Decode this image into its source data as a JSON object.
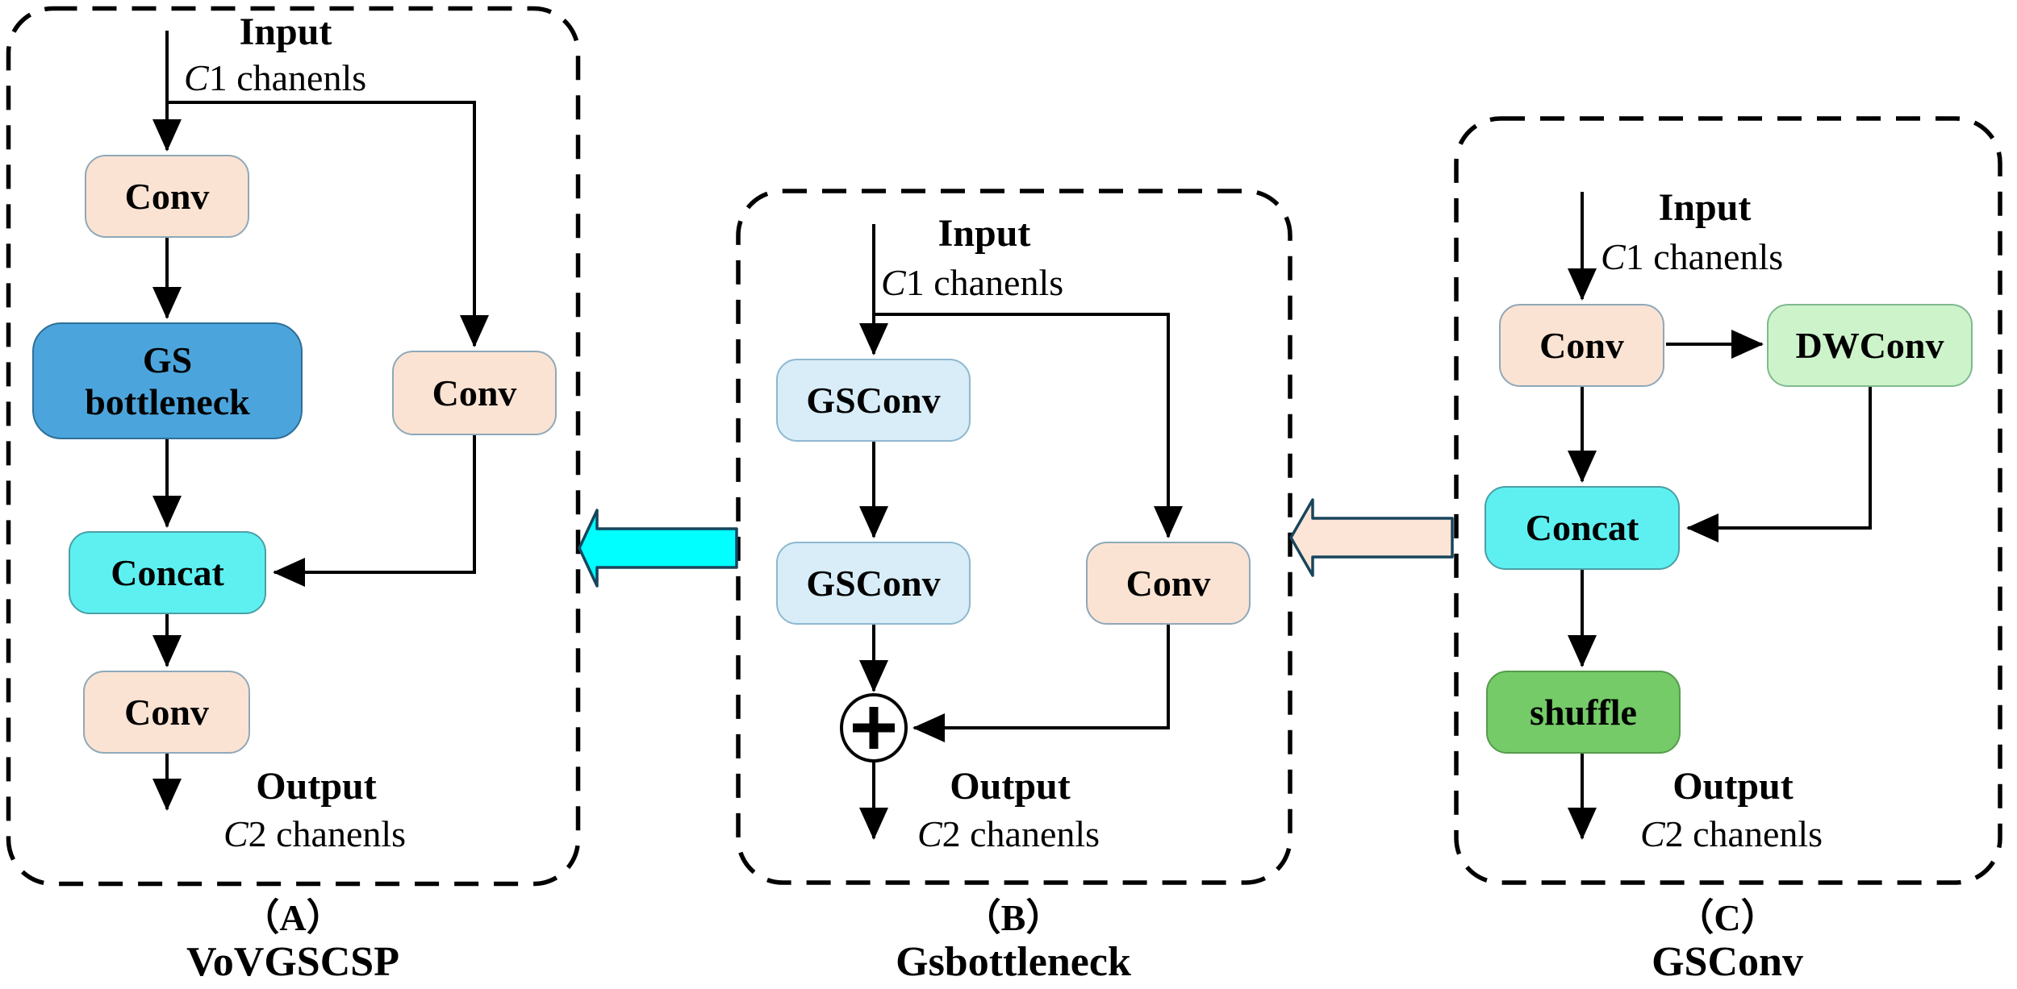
{
  "panels": [
    {
      "id": "A",
      "letter_label": "（A）",
      "name": "VoVGSCSP",
      "input": {
        "title": "Input",
        "channels_var": "C",
        "channels_rest": "1 chanenls"
      },
      "output": {
        "title": "Output",
        "channels_var": "C",
        "channels_rest": "2 chanenls"
      },
      "nodes": {
        "conv_top": {
          "label": "Conv"
        },
        "gs_bottleneck": {
          "label": "GS bottleneck"
        },
        "conv_branch": {
          "label": "Conv"
        },
        "concat": {
          "label": "Concat"
        },
        "conv_out": {
          "label": "Conv"
        }
      }
    },
    {
      "id": "B",
      "letter_label": "（B）",
      "name": "Gsbottleneck",
      "input": {
        "title": "Input",
        "channels_var": "C",
        "channels_rest": "1 chanenls"
      },
      "output": {
        "title": "Output",
        "channels_var": "C",
        "channels_rest": "2 chanenls"
      },
      "merge_symbol": "+",
      "nodes": {
        "gsconv_1": {
          "label": "GSConv"
        },
        "gsconv_2": {
          "label": "GSConv"
        },
        "conv_branch": {
          "label": "Conv"
        }
      }
    },
    {
      "id": "C",
      "letter_label": "（C）",
      "name": "GSConv",
      "input": {
        "title": "Input",
        "channels_var": "C",
        "channels_rest": "1 chanenls"
      },
      "output": {
        "title": "Output",
        "channels_var": "C",
        "channels_rest": "2 chanenls"
      },
      "nodes": {
        "conv": {
          "label": "Conv"
        },
        "dwconv": {
          "label": "DWConv"
        },
        "concat": {
          "label": "Concat"
        },
        "shuffle": {
          "label": "shuffle"
        }
      }
    }
  ],
  "colors": {
    "node_conv": "#FBE3D3",
    "node_conv_border": "#8FA8B8",
    "node_gsconv": "#D8EDF8",
    "node_gsconv_border": "#8FB8CF",
    "node_gs_bottleneck": "#4BA5DC",
    "node_gs_bottleneck_border": "#2F6F97",
    "node_concat": "#5EF0F0",
    "node_concat_border": "#4A9FA6",
    "node_dwconv": "#CDF3CA",
    "node_dwconv_border": "#7FB98F",
    "node_shuffle": "#74CB67",
    "node_shuffle_border": "#559B4D",
    "flow_arrow_cyan": "#00FFFF",
    "flow_arrow_peach": "#FCE5D6",
    "flow_arrow_border": "#17455C",
    "wire": "#000000",
    "panel_border": "#000000"
  }
}
